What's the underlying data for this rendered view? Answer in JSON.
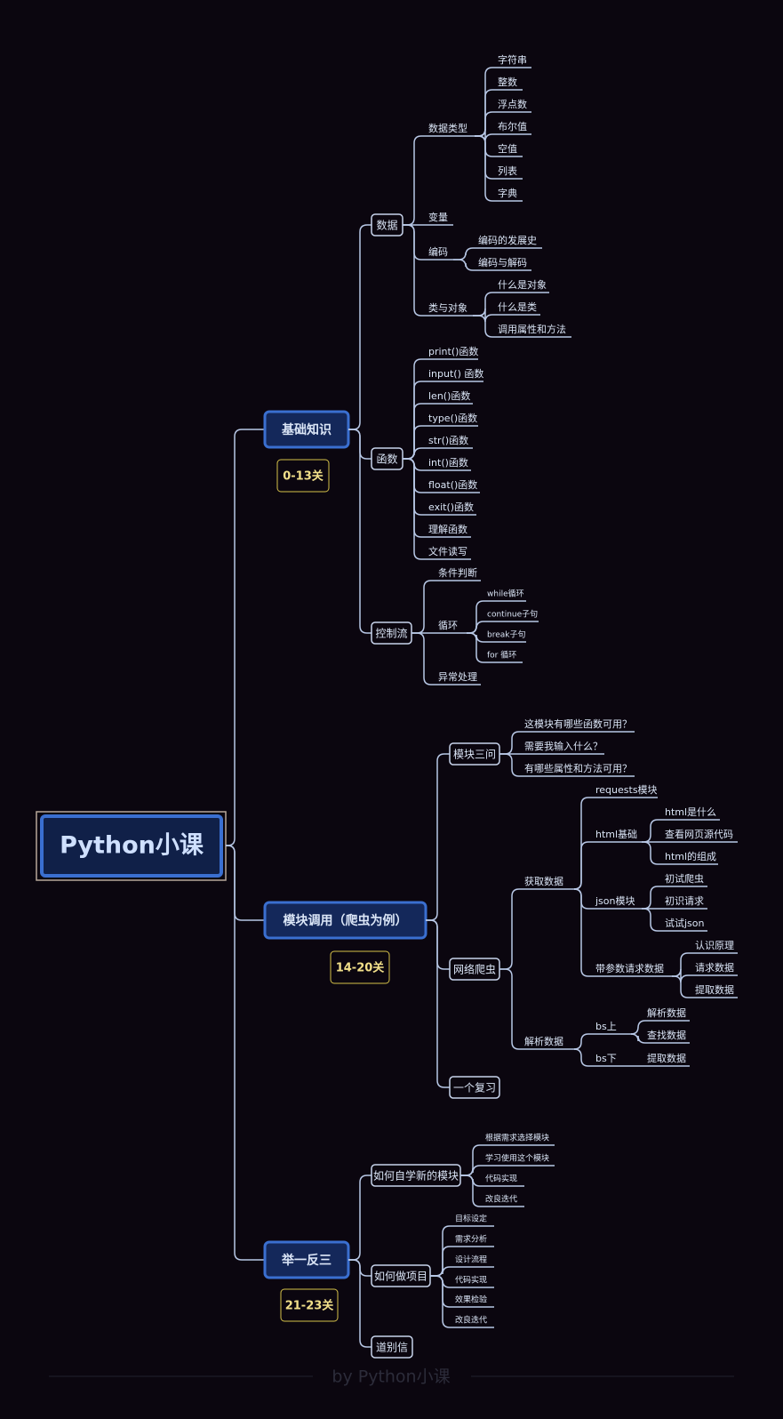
{
  "root": {
    "label": "Python小课"
  },
  "footer": {
    "text": "by Python小课"
  },
  "colors": {
    "background": "#0b060f",
    "line": "#b8c8e6",
    "root_fill": "#102048",
    "root_border": "#3a6fd0",
    "badge_text": "#f2e08a",
    "badge_border": "#d6c24a",
    "node_border": "#c8d4ec"
  },
  "sections": [
    {
      "label": "基础知识",
      "badge": "0-13关",
      "children": [
        {
          "label": "数据",
          "children": [
            {
              "label": "数据类型",
              "children": [
                {
                  "label": "字符串"
                },
                {
                  "label": "整数"
                },
                {
                  "label": "浮点数"
                },
                {
                  "label": "布尔值"
                },
                {
                  "label": "空值"
                },
                {
                  "label": "列表"
                },
                {
                  "label": "字典"
                }
              ]
            },
            {
              "label": "变量"
            },
            {
              "label": "编码",
              "children": [
                {
                  "label": "编码的发展史"
                },
                {
                  "label": "编码与解码"
                }
              ]
            },
            {
              "label": "类与对象",
              "children": [
                {
                  "label": "什么是对象"
                },
                {
                  "label": "什么是类"
                },
                {
                  "label": "调用属性和方法"
                }
              ]
            }
          ]
        },
        {
          "label": "函数",
          "children": [
            {
              "label": "print()函数"
            },
            {
              "label": "input() 函数"
            },
            {
              "label": "len()函数"
            },
            {
              "label": "type()函数"
            },
            {
              "label": "str()函数"
            },
            {
              "label": "int()函数"
            },
            {
              "label": "float()函数"
            },
            {
              "label": "exit()函数"
            },
            {
              "label": "理解函数"
            },
            {
              "label": "文件读写"
            }
          ]
        },
        {
          "label": "控制流",
          "children": [
            {
              "label": "条件判断"
            },
            {
              "label": "循环",
              "children": [
                {
                  "label": "while循环"
                },
                {
                  "label": "continue子句"
                },
                {
                  "label": "break子句"
                },
                {
                  "label": "for 循环"
                }
              ]
            },
            {
              "label": "异常处理"
            }
          ]
        }
      ]
    },
    {
      "label": "模块调用（爬虫为例）",
      "badge": "14-20关",
      "children": [
        {
          "label": "模块三问",
          "children": [
            {
              "label": "这模块有哪些函数可用？"
            },
            {
              "label": "需要我输入什么？"
            },
            {
              "label": "有哪些属性和方法可用？"
            }
          ]
        },
        {
          "label": "网络爬虫",
          "children": [
            {
              "label": "获取数据",
              "children": [
                {
                  "label": "requests模块"
                },
                {
                  "label": "html基础",
                  "children": [
                    {
                      "label": "html是什么"
                    },
                    {
                      "label": "查看网页源代码"
                    },
                    {
                      "label": "html的组成"
                    }
                  ]
                },
                {
                  "label": "json模块",
                  "children": [
                    {
                      "label": "初试爬虫"
                    },
                    {
                      "label": "初识请求"
                    },
                    {
                      "label": "试试json"
                    }
                  ]
                },
                {
                  "label": "带参数请求数据",
                  "children": [
                    {
                      "label": "认识原理"
                    },
                    {
                      "label": "请求数据"
                    },
                    {
                      "label": "提取数据"
                    }
                  ]
                }
              ]
            },
            {
              "label": "解析数据",
              "children": [
                {
                  "label": "bs上",
                  "children": [
                    {
                      "label": "解析数据"
                    },
                    {
                      "label": "查找数据"
                    }
                  ]
                },
                {
                  "label": "bs下",
                  "children": [
                    {
                      "label": "提取数据"
                    }
                  ]
                }
              ]
            }
          ]
        },
        {
          "label": "一个复习"
        }
      ]
    },
    {
      "label": "举一反三",
      "badge": "21-23关",
      "children": [
        {
          "label": "如何自学新的模块",
          "children": [
            {
              "label": "根据需求选择模块"
            },
            {
              "label": "学习使用这个模块"
            },
            {
              "label": "代码实现"
            },
            {
              "label": "改良迭代"
            }
          ]
        },
        {
          "label": "如何做项目",
          "children": [
            {
              "label": "目标设定"
            },
            {
              "label": "需求分析"
            },
            {
              "label": "设计流程"
            },
            {
              "label": "代码实现"
            },
            {
              "label": "效果检验"
            },
            {
              "label": "改良迭代"
            }
          ]
        },
        {
          "label": "道别信"
        }
      ]
    }
  ]
}
